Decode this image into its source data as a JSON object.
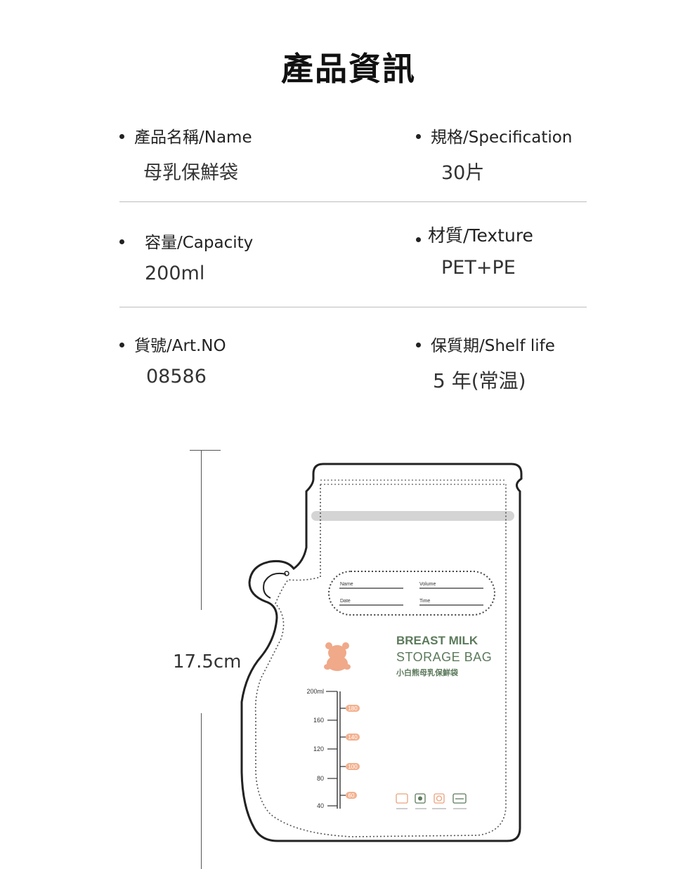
{
  "page": {
    "title": "產品資訊"
  },
  "specs": {
    "name": {
      "label": "產品名稱/Name",
      "value": "母乳保鮮袋"
    },
    "spec": {
      "label": "規格/Specification",
      "value": "30片"
    },
    "capacity": {
      "label": "容量/Capacity",
      "value": "200ml"
    },
    "texture": {
      "label": "材質/Texture",
      "value": "PET+PE"
    },
    "artno": {
      "label": "貨號/Art.NO",
      "value": "08586"
    },
    "shelf": {
      "label": "保質期/Shelf life",
      "value": "5 年(常温)"
    }
  },
  "dimension": {
    "height": "17.5cm"
  },
  "bag": {
    "fields": {
      "name": "Name",
      "volume": "Volume",
      "date": "Date",
      "time": "Time"
    },
    "brand": {
      "line1": "BREAST MILK",
      "line2": "STORAGE BAG",
      "line3": "小白熊母乳保鮮袋"
    },
    "scale_left": [
      "200ml",
      "160",
      "120",
      "80",
      "40"
    ],
    "scale_right": [
      "180",
      "140",
      "100",
      "60"
    ],
    "colors": {
      "brand_green": "#5c7a5c",
      "bear": "#f0a989",
      "scale_orange": "#f3b08e",
      "outline": "#222222"
    }
  }
}
